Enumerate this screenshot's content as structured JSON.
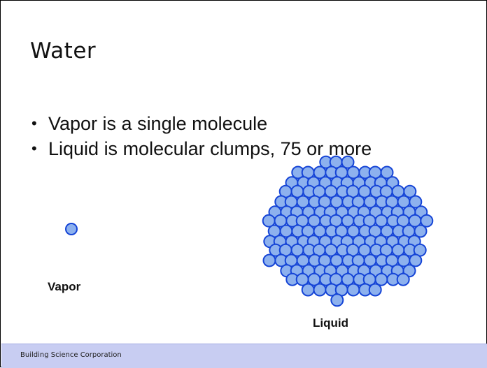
{
  "slide": {
    "title": "Water",
    "bullets": [
      "Vapor is a single molecule",
      "Liquid is molecular clumps, 75 or more"
    ],
    "vapor_label": "Vapor",
    "liquid_label": "Liquid",
    "footer": "Building Science Corporation"
  },
  "colors": {
    "molecule_fill": "#8db1ee",
    "molecule_stroke": "#1544d6",
    "footer_bg": "#c8cdf2"
  }
}
